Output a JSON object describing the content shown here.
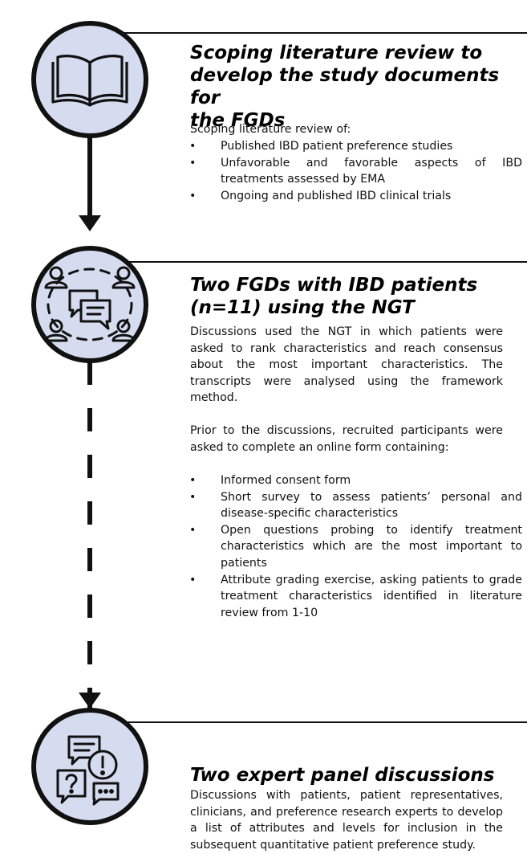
{
  "steps": [
    {
      "icon": "open-book-icon",
      "title_lines": [
        "Scoping literature review to",
        "develop the study documents for",
        "the FGDs"
      ],
      "intro": "Scoping literature review of:",
      "bullets": [
        "Published IBD patient preference studies",
        "Unfavorable and favorable aspects of IBD treatments assessed by EMA",
        "Ongoing and published IBD clinical trials"
      ]
    },
    {
      "icon": "group-discussion-icon",
      "title_lines": [
        "Two FGDs with IBD patients",
        "(n=11)  using the NGT"
      ],
      "paragraph1": "Discussions used the NGT in which patients were asked to rank characteristics and reach consensus about the most important characteristics. The transcripts were analysed using the framework method.",
      "paragraph2": "Prior to the discussions, recruited participants were asked to complete an online form containing:",
      "bullets": [
        "Informed consent form",
        "Short survey to assess patients’ personal and disease-specific characteristics",
        "Open questions probing to identify treatment characteristics which are the most important to patients",
        "Attribute grading exercise, asking patients to grade treatment characteristics identified in literature review from 1-10"
      ]
    },
    {
      "icon": "expert-chat-icon",
      "title_lines": [
        "Two expert panel discussions"
      ],
      "paragraph1": "Discussions with patients, patient representatives, clinicians, and preference research experts to develop a list of attributes and levels for inclusion in the subsequent quantitative patient preference study."
    }
  ],
  "colors": {
    "circle_fill": "#d6dcef",
    "stroke": "#111111"
  }
}
